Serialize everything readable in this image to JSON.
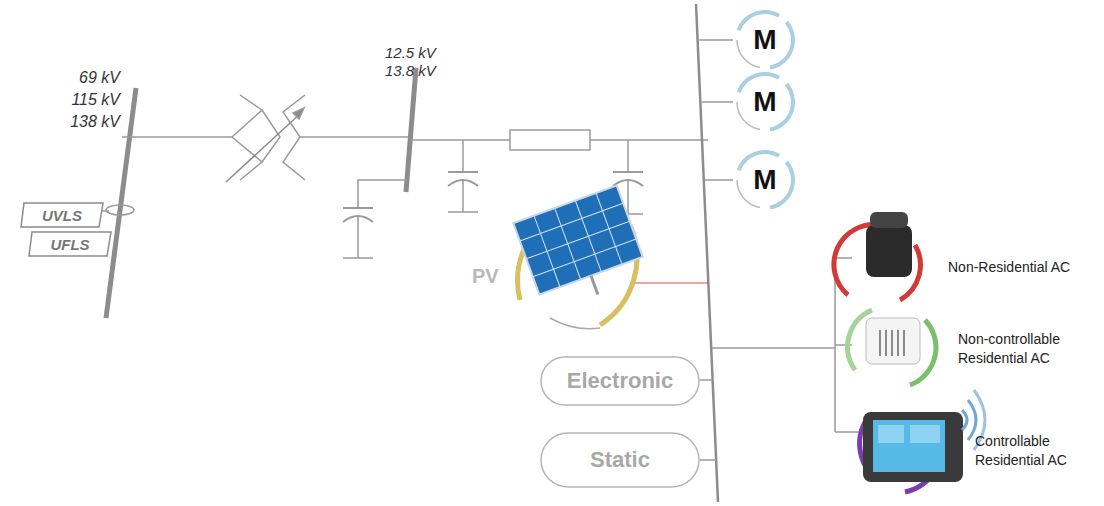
{
  "diagram": {
    "nodes": [
      {
        "text": [
          "UVLS"
        ]
      },
      {
        "text": [
          "UFLS"
        ]
      },
      {
        "text": [
          "M"
        ]
      },
      {
        "text": [
          "M"
        ]
      },
      {
        "text": [
          "M"
        ]
      },
      {
        "text": [
          "Electronic"
        ]
      },
      {
        "text": [
          "Static"
        ]
      }
    ],
    "labels": [
      "69 kV",
      "115 kV",
      "138 kV",
      "12.5 kV",
      "13.8 kV",
      "PV",
      "Non-Residential AC",
      "Non-controllable Residential AC",
      "Controllable Residential AC"
    ]
  }
}
